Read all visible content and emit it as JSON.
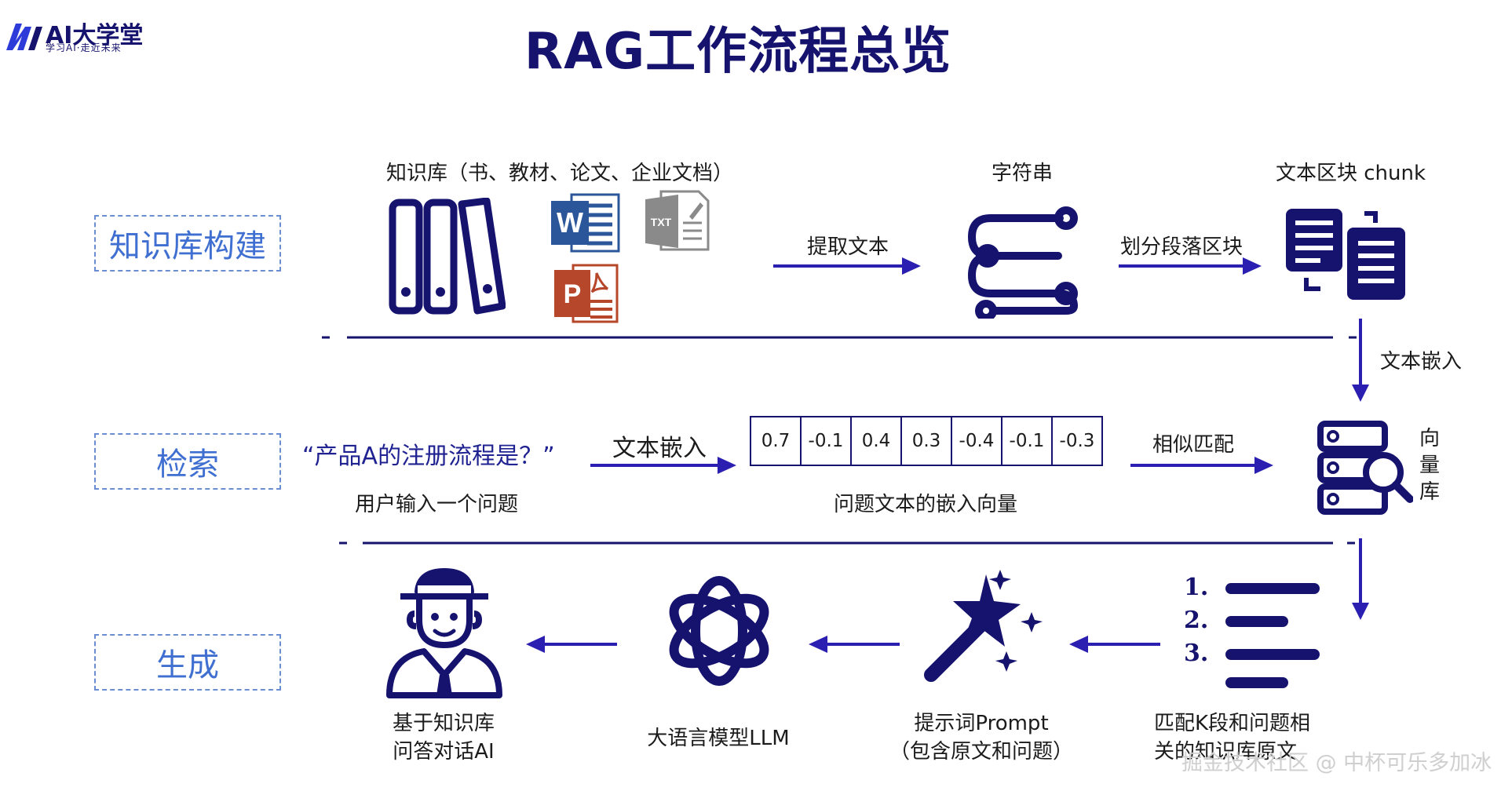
{
  "page": {
    "title": "RAG工作流程总览"
  },
  "logo": {
    "name": "AI大学堂",
    "tagline": "学习AI·走近未来"
  },
  "stages": [
    {
      "label": "知识库构建"
    },
    {
      "label": "检索"
    },
    {
      "label": "生成"
    }
  ],
  "row1": {
    "knowledge_base": "知识库（书、教材、论文、企业文档）",
    "extract_label": "提取文本",
    "string_label": "字符串",
    "split_label": "划分段落区块",
    "chunk_label": "文本区块 chunk",
    "embed_label": "文本嵌入"
  },
  "row2": {
    "query": "“产品A的注册流程是？”",
    "query_caption": "用户输入一个问题",
    "embed_label": "文本嵌入",
    "vector_values": [
      "0.7",
      "-0.1",
      "0.4",
      "0.3",
      "-0.4",
      "-0.1",
      "-0.3"
    ],
    "vector_caption": "问题文本的嵌入向量",
    "match_label": "相似匹配",
    "vector_db": [
      "向",
      "量",
      "库"
    ]
  },
  "row3": {
    "matched": [
      "匹配K段和问题相",
      "关的知识库原文"
    ],
    "list_numbers": [
      "1.",
      "2.",
      "3."
    ],
    "prompt": [
      "提示词Prompt",
      "（包含原文和问题）"
    ],
    "llm": "大语言模型LLM",
    "qa": [
      "基于知识库",
      "问答对话AI"
    ]
  },
  "file_icons": {
    "word": "W",
    "txt": "TXT",
    "ppt": "P"
  },
  "colors": {
    "navy": "#15136e",
    "arrow": "#2a1fb0",
    "stage_text": "#3f6fd0",
    "stage_border": "#6a8ed0",
    "word": "#2b579a",
    "ppt": "#b7472a",
    "txt": "#8a8a8a"
  },
  "watermark": "掘金技术社区 @ 中杯可乐多加冰"
}
